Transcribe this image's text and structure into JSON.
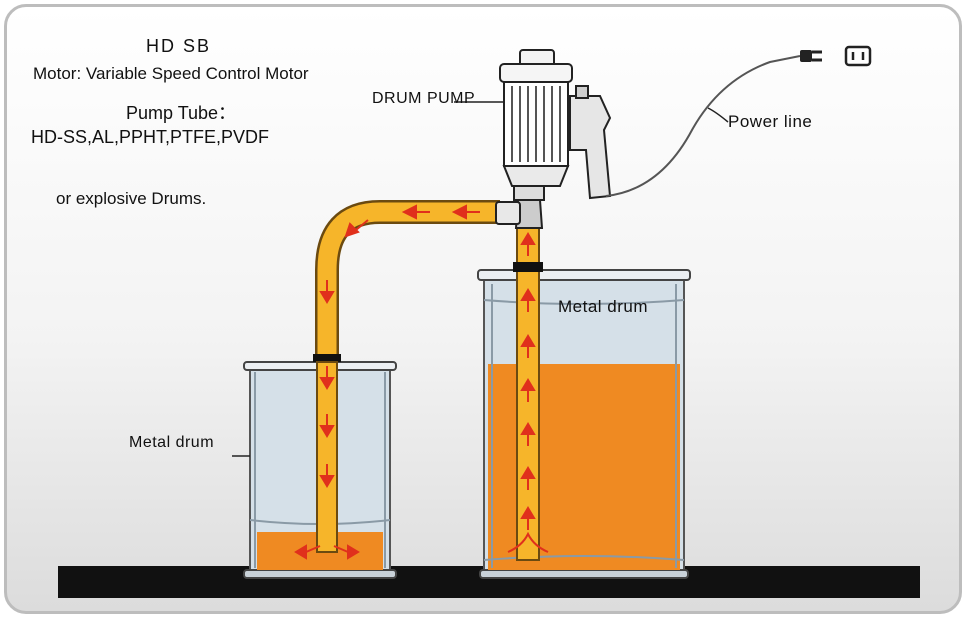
{
  "text": {
    "model": "HD  SB",
    "motor": "Motor: Variable Speed Control Motor",
    "pump_tube_label": "Pump Tube：",
    "pump_tube_materials": "HD-SS,AL,PPHT,PTFE,PVDF",
    "drums_note": "or explosive Drums.",
    "drum_pump_label": "DRUM PUMP",
    "power_line_label": "Power  line",
    "right_drum_label": "Metal drum",
    "left_drum_label": "Metal drum"
  },
  "icons": {
    "plug": "plug-icon",
    "socket": "socket-icon",
    "flow_arrow": "flow-arrow-icon"
  },
  "colors": {
    "liquid": "#ef8a22",
    "hose": "#f6b52a",
    "arrow": "#e0301c",
    "ground": "#111111",
    "drum_glass": "#cfdce6"
  }
}
